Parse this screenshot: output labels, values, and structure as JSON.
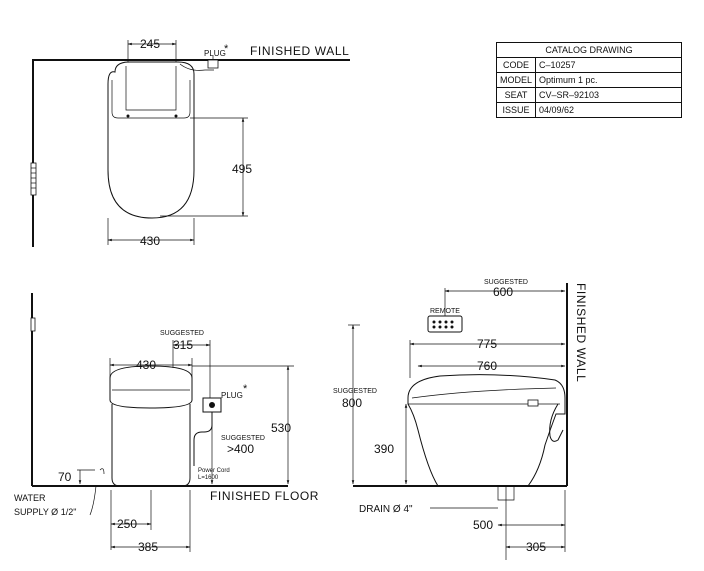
{
  "catalog": {
    "header": "CATALOG DRAWING",
    "rows": [
      {
        "key": "CODE",
        "value": "C–10257"
      },
      {
        "key": "MODEL",
        "value": "Optimum 1 pc."
      },
      {
        "key": "SEAT",
        "value": "CV–SR–92103"
      },
      {
        "key": "ISSUE",
        "value": "04/09/62"
      }
    ]
  },
  "plan": {
    "finished_wall": "FINISHED WALL",
    "plug": "PLUG",
    "plug_mark": "*",
    "dim_width_top": "245",
    "dim_depth": "495",
    "dim_width_bottom": "430"
  },
  "front": {
    "suggested_label": "SUGGESTED",
    "dim_315": "315",
    "dim_430": "430",
    "plug": "PLUG",
    "plug_mark": "*",
    "suggested_label_2": "SUGGESTED",
    "dim_400": ">400",
    "dim_530": "530",
    "power_cord": "Power Cord",
    "power_cord_len": "L=1600",
    "dim_70": "70",
    "water_supply_1": "WATER",
    "water_supply_2": "SUPPLY Ø 1/2\"",
    "finished_floor": "FINISHED FLOOR",
    "dim_250": "250",
    "dim_385": "385"
  },
  "side": {
    "suggested_label": "SUGGESTED",
    "dim_600": "600",
    "remote": "REMOTE",
    "finished_wall": "FINISHED WALL",
    "dim_775": "775",
    "dim_760": "760",
    "suggested_label_2": "SUGGESTED",
    "dim_800": "800",
    "dim_390": "390",
    "drain": "DRAIN Ø 4\"",
    "dim_500": "500",
    "dim_305": "305"
  }
}
